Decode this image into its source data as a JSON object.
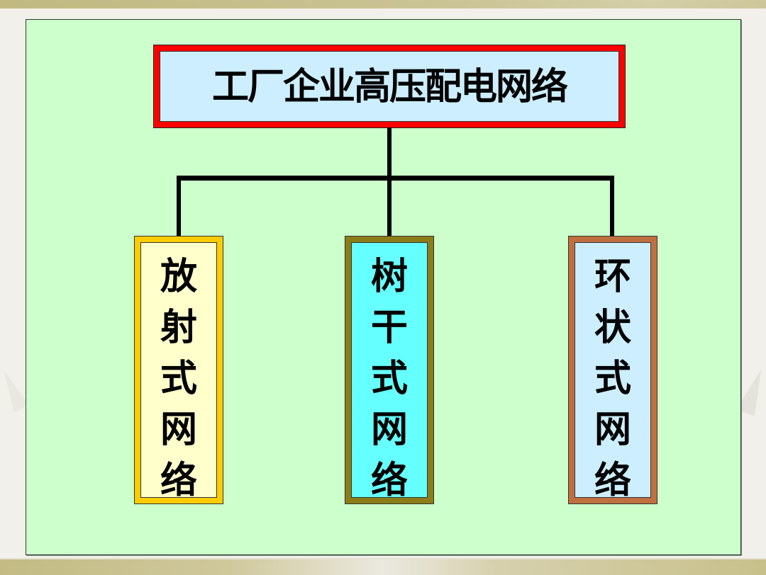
{
  "diagram": {
    "title": "工厂企业高压配电网络",
    "title_colors": {
      "border": "#ff0000",
      "fill": "#cceeff"
    },
    "children": [
      {
        "label": "放射式网络",
        "chars": [
          "放",
          "射",
          "式",
          "网",
          "络"
        ],
        "border_color": "#ffcc00",
        "fill_color": "#ffffcc"
      },
      {
        "label": "树干式网络",
        "chars": [
          "树",
          "干",
          "式",
          "网",
          "络"
        ],
        "border_color": "#8b7d17",
        "fill_color": "#66ffff"
      },
      {
        "label": "环状式网络",
        "chars": [
          "环",
          "状",
          "式",
          "网",
          "络"
        ],
        "border_color": "#c0703f",
        "fill_color": "#cceeff"
      }
    ],
    "panel_color": "#ccffcc",
    "connector_color": "#000000"
  }
}
